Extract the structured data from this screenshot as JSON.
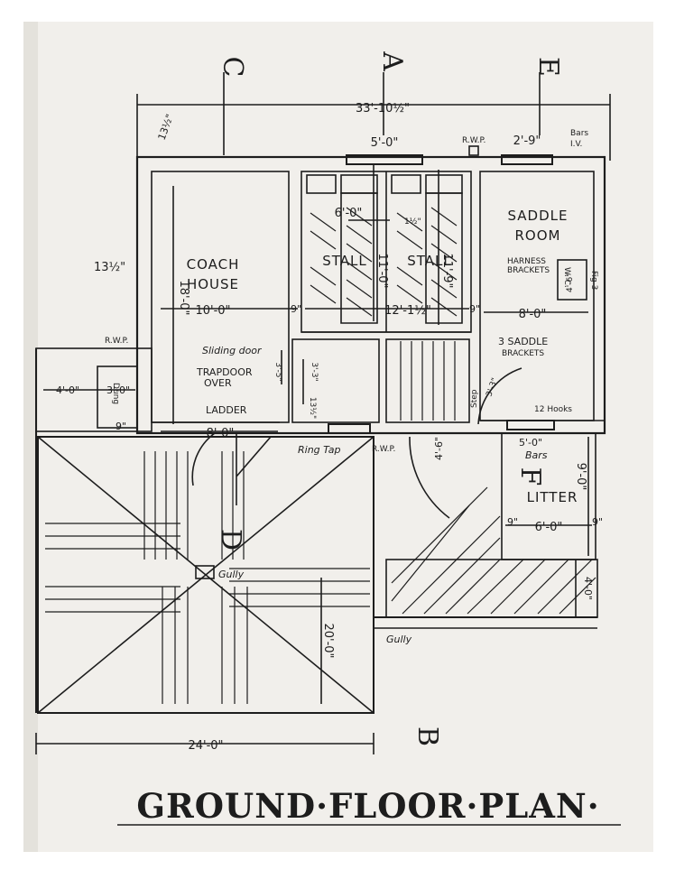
{
  "sections": {
    "c": "C",
    "a": "A",
    "e": "E",
    "b": "B",
    "d": "D",
    "f": "F"
  },
  "rooms": {
    "coach_house": [
      "COACH",
      "HOUSE"
    ],
    "stall_left": "STALL",
    "stall_right": "STALL",
    "saddle_room": [
      "SADDLE",
      "ROOM"
    ],
    "litter": "LITTER"
  },
  "dimensions": {
    "overall_width": "33'-10½\"",
    "stall_window": "5'-0\"",
    "saddle_window": "2'-9\"",
    "coach_top": "13½\"",
    "wall_left": "13½\"",
    "coach_width": "10'-0\"",
    "coach_depth": "18'-0\"",
    "stall_width": "6'-0\"",
    "stall_half": "1½\"",
    "stall_left_depth": "11'-0\"",
    "stall_right_depth": "11'-9\"",
    "stall_gap": "12'-1½\"",
    "saddle_width": "8'-0\"",
    "saddle_small": "4'-6\"",
    "wall_thin_1": "9\"",
    "wall_thin_2": "9\"",
    "wall_thin_3": "9\"",
    "dung_left": "4'-0\"",
    "dung_width": "3'-0\"",
    "ladder_width": "8'-0\"",
    "slide_1": "3'-5\"",
    "slide_2": "3'-3\"",
    "slide_3": "13½\"",
    "step_size": "3'-3\"",
    "litter_window": "5'-0\"",
    "litter_depth": "9'-0\"",
    "litter_width": "6'-0\"",
    "litter_edge_l": "9\"",
    "litter_edge_r": "9\"",
    "yard_bottom": "4'-0\"",
    "yard_width": "24'-0\"",
    "yard_depth": "20'-0\"",
    "ramp": "4'-6\""
  },
  "notes": {
    "rwp_top": "R.W.P.",
    "bars_iv": [
      "Bars",
      "I.V."
    ],
    "harness": [
      "HARNESS",
      "BRACKETS"
    ],
    "saddle_brackets": [
      "3 SADDLE",
      "BRACKETS"
    ],
    "twelve_hooks": "12 Hooks",
    "sliding_door": "Sliding door",
    "trapdoor": [
      "TRAPDOOR",
      "OVER"
    ],
    "ladder": "LADDER",
    "rwp_left": "R.W.P.",
    "ring_tap": "Ring Tap",
    "rwp_mid": "R.W.P.",
    "bars_litter": "Bars",
    "gully_1": "Gully",
    "gully_2": "Gully",
    "dung": "Dung",
    "step": "Step",
    "fig": "Fig 3",
    "rack": "W. C."
  },
  "title": "GROUND·FLOOR·PLAN·"
}
